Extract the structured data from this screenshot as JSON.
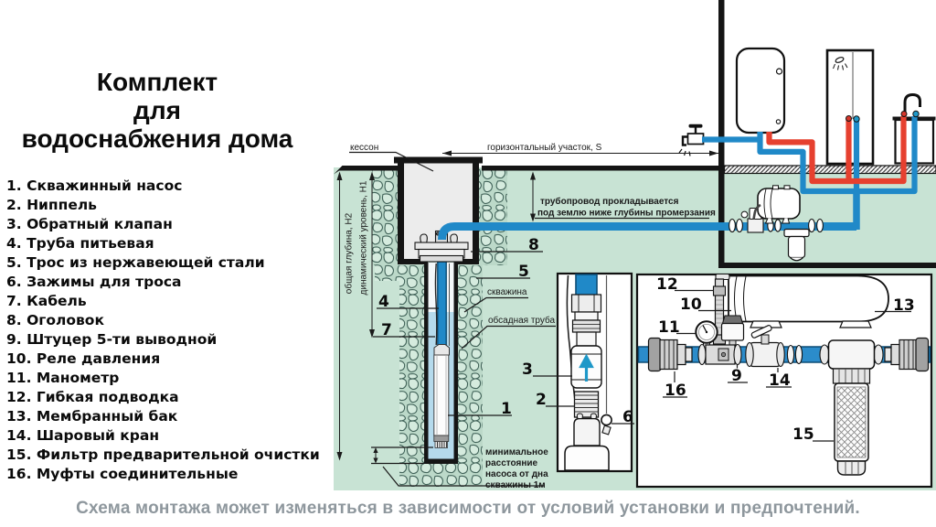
{
  "title": {
    "line1": "Комплект",
    "line2": "для",
    "line3": "водоснабжения дома"
  },
  "legend": {
    "items": [
      "1. Скважинный насос",
      "2. Ниппель",
      "3. Обратный клапан",
      "4. Труба питьевая",
      "5. Трос из нержавеющей стали",
      "6. Зажимы для троса",
      "7. Кабель",
      "8. Оголовок",
      "9. Штуцер 5-ти выводной",
      "10. Реле давления",
      "11. Манометр",
      "12. Гибкая подводка",
      "13. Мембранный бак",
      "14. Шаровый кран",
      "15. Фильтр предварительной очистки",
      "16. Муфты соединительные"
    ]
  },
  "footer": {
    "note": "Схема монтажа может изменяться в зависимости от условий установки и предпочтений."
  },
  "diagram": {
    "labels": {
      "caisson": "кессон",
      "horizontal_section": "горизонтальный участок, S",
      "pipeline_line1": "трубопровод прокладывается",
      "pipeline_line2": "под землю ниже глубины промерзания",
      "total_depth": "общая глубина, Н2",
      "dynamic_level": "динамический уровень, Н1",
      "borehole": "скважина",
      "casing_pipe": "обсадная труба",
      "min_distance_line1": "минимальное",
      "min_distance_line2": "расстояние",
      "min_distance_line3": "насоса от дна",
      "min_distance_line4": "скважины 1м"
    },
    "callouts": {
      "n1": "1",
      "n2": "2",
      "n3": "3",
      "n4": "4",
      "n5": "5",
      "n6": "6",
      "n7": "7",
      "n8": "8",
      "n9": "9",
      "n10": "10",
      "n11": "11",
      "n12": "12",
      "n13": "13",
      "n14": "14",
      "n15": "15",
      "n16": "16"
    },
    "colors": {
      "cold_water": "#2089c8",
      "hot_water": "#e6402f",
      "ground": "#c8e3d4",
      "well_water": "#b5daec",
      "pebble_band": "#bcd9c9"
    }
  }
}
